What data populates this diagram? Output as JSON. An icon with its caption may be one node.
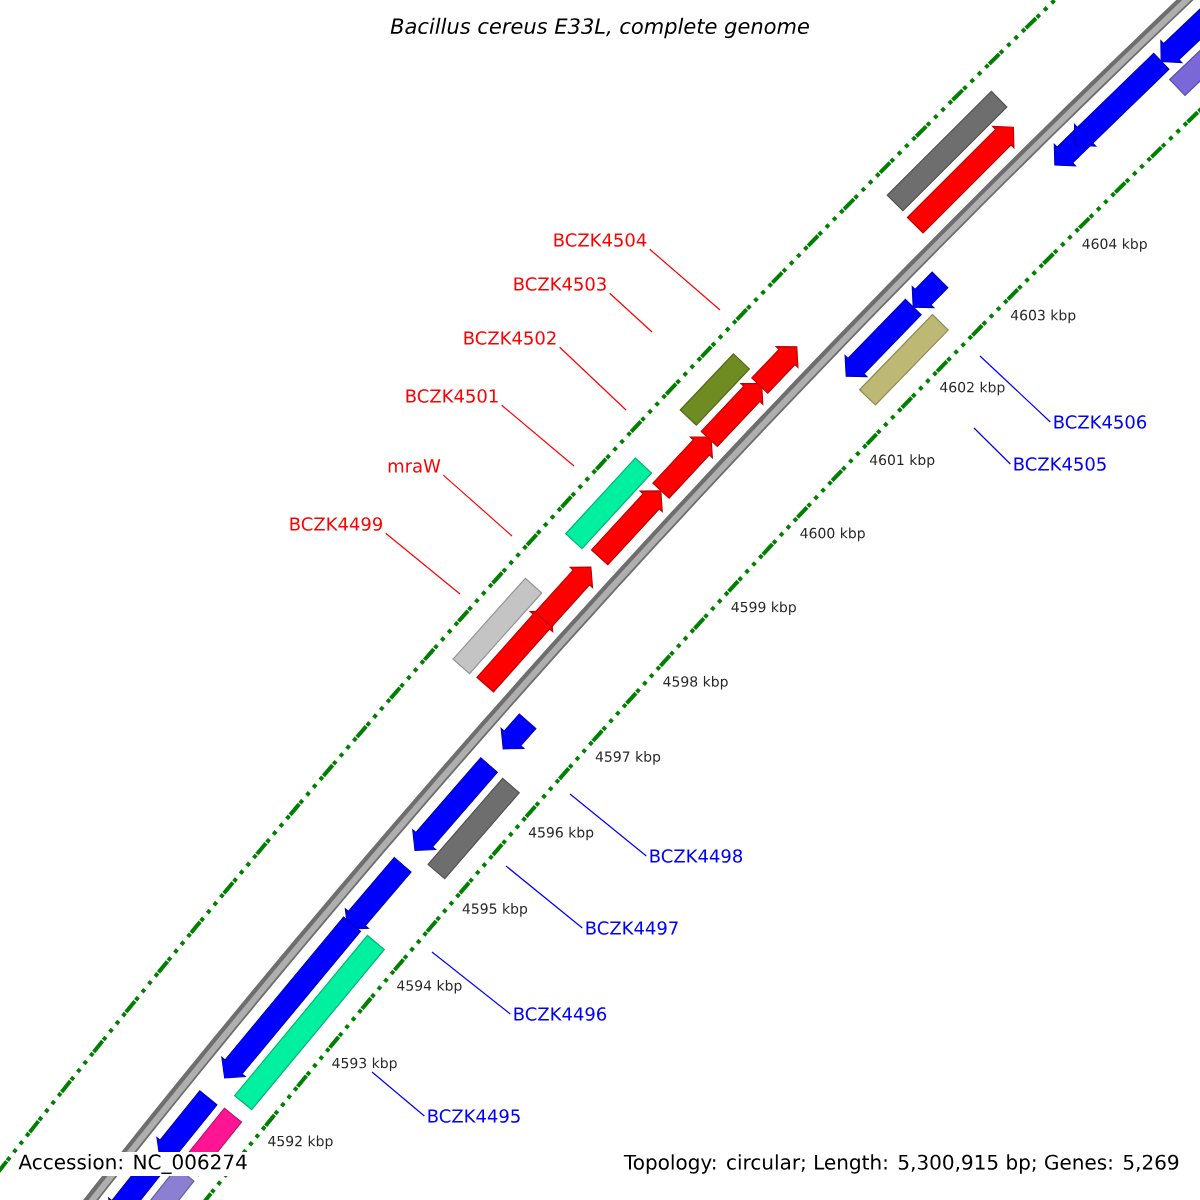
{
  "diagram": {
    "title": "Bacillus cereus E33L, complete genome",
    "nodes": [
      {
        "text": [
          "BCZK4504"
        ]
      },
      {
        "text": [
          "BCZK4503"
        ]
      },
      {
        "text": [
          "BCZK4502"
        ]
      },
      {
        "text": [
          "BCZK4501"
        ]
      },
      {
        "text": [
          "mraW"
        ]
      },
      {
        "text": [
          "BCZK4499"
        ]
      },
      {
        "text": [
          "BCZK4506"
        ]
      },
      {
        "text": [
          "BCZK4505"
        ]
      },
      {
        "text": [
          "BCZK4498"
        ]
      },
      {
        "text": [
          "BCZK4497"
        ]
      },
      {
        "text": [
          "BCZK4496"
        ]
      },
      {
        "text": [
          "BCZK4495"
        ]
      }
    ],
    "edges": [
      {
        "from": 0,
        "to": null,
        "arrow": "none",
        "color": "#ff0000"
      },
      {
        "from": 1,
        "to": null,
        "arrow": "none",
        "color": "#ff0000"
      },
      {
        "from": 2,
        "to": null,
        "arrow": "none",
        "color": "#ff0000"
      },
      {
        "from": 3,
        "to": null,
        "arrow": "none",
        "color": "#ff0000"
      },
      {
        "from": 4,
        "to": null,
        "arrow": "none",
        "color": "#ff0000"
      },
      {
        "from": 5,
        "to": null,
        "arrow": "none",
        "color": "#ff0000"
      },
      {
        "from": 6,
        "to": null,
        "arrow": "none",
        "color": "#0000ff"
      },
      {
        "from": 7,
        "to": null,
        "arrow": "none",
        "color": "#0000ff"
      },
      {
        "from": 8,
        "to": null,
        "arrow": "none",
        "color": "#0000ff"
      },
      {
        "from": 9,
        "to": null,
        "arrow": "none",
        "color": "#0000ff"
      },
      {
        "from": 10,
        "to": null,
        "arrow": "none",
        "color": "#0000ff"
      },
      {
        "from": 11,
        "to": null,
        "arrow": "none",
        "color": "#0000ff"
      }
    ],
    "labels": [
      "4604 kbp",
      "4603 kbp",
      "4602 kbp",
      "4601 kbp",
      "4600 kbp",
      "4599 kbp",
      "4598 kbp",
      "4597 kbp",
      "4596 kbp",
      "4595 kbp",
      "4594 kbp",
      "4593 kbp",
      "4592 kbp",
      "Accession: NC_006274",
      "Topology: circular; Length: 5,300,915 bp; Genes: 5,269"
    ]
  }
}
